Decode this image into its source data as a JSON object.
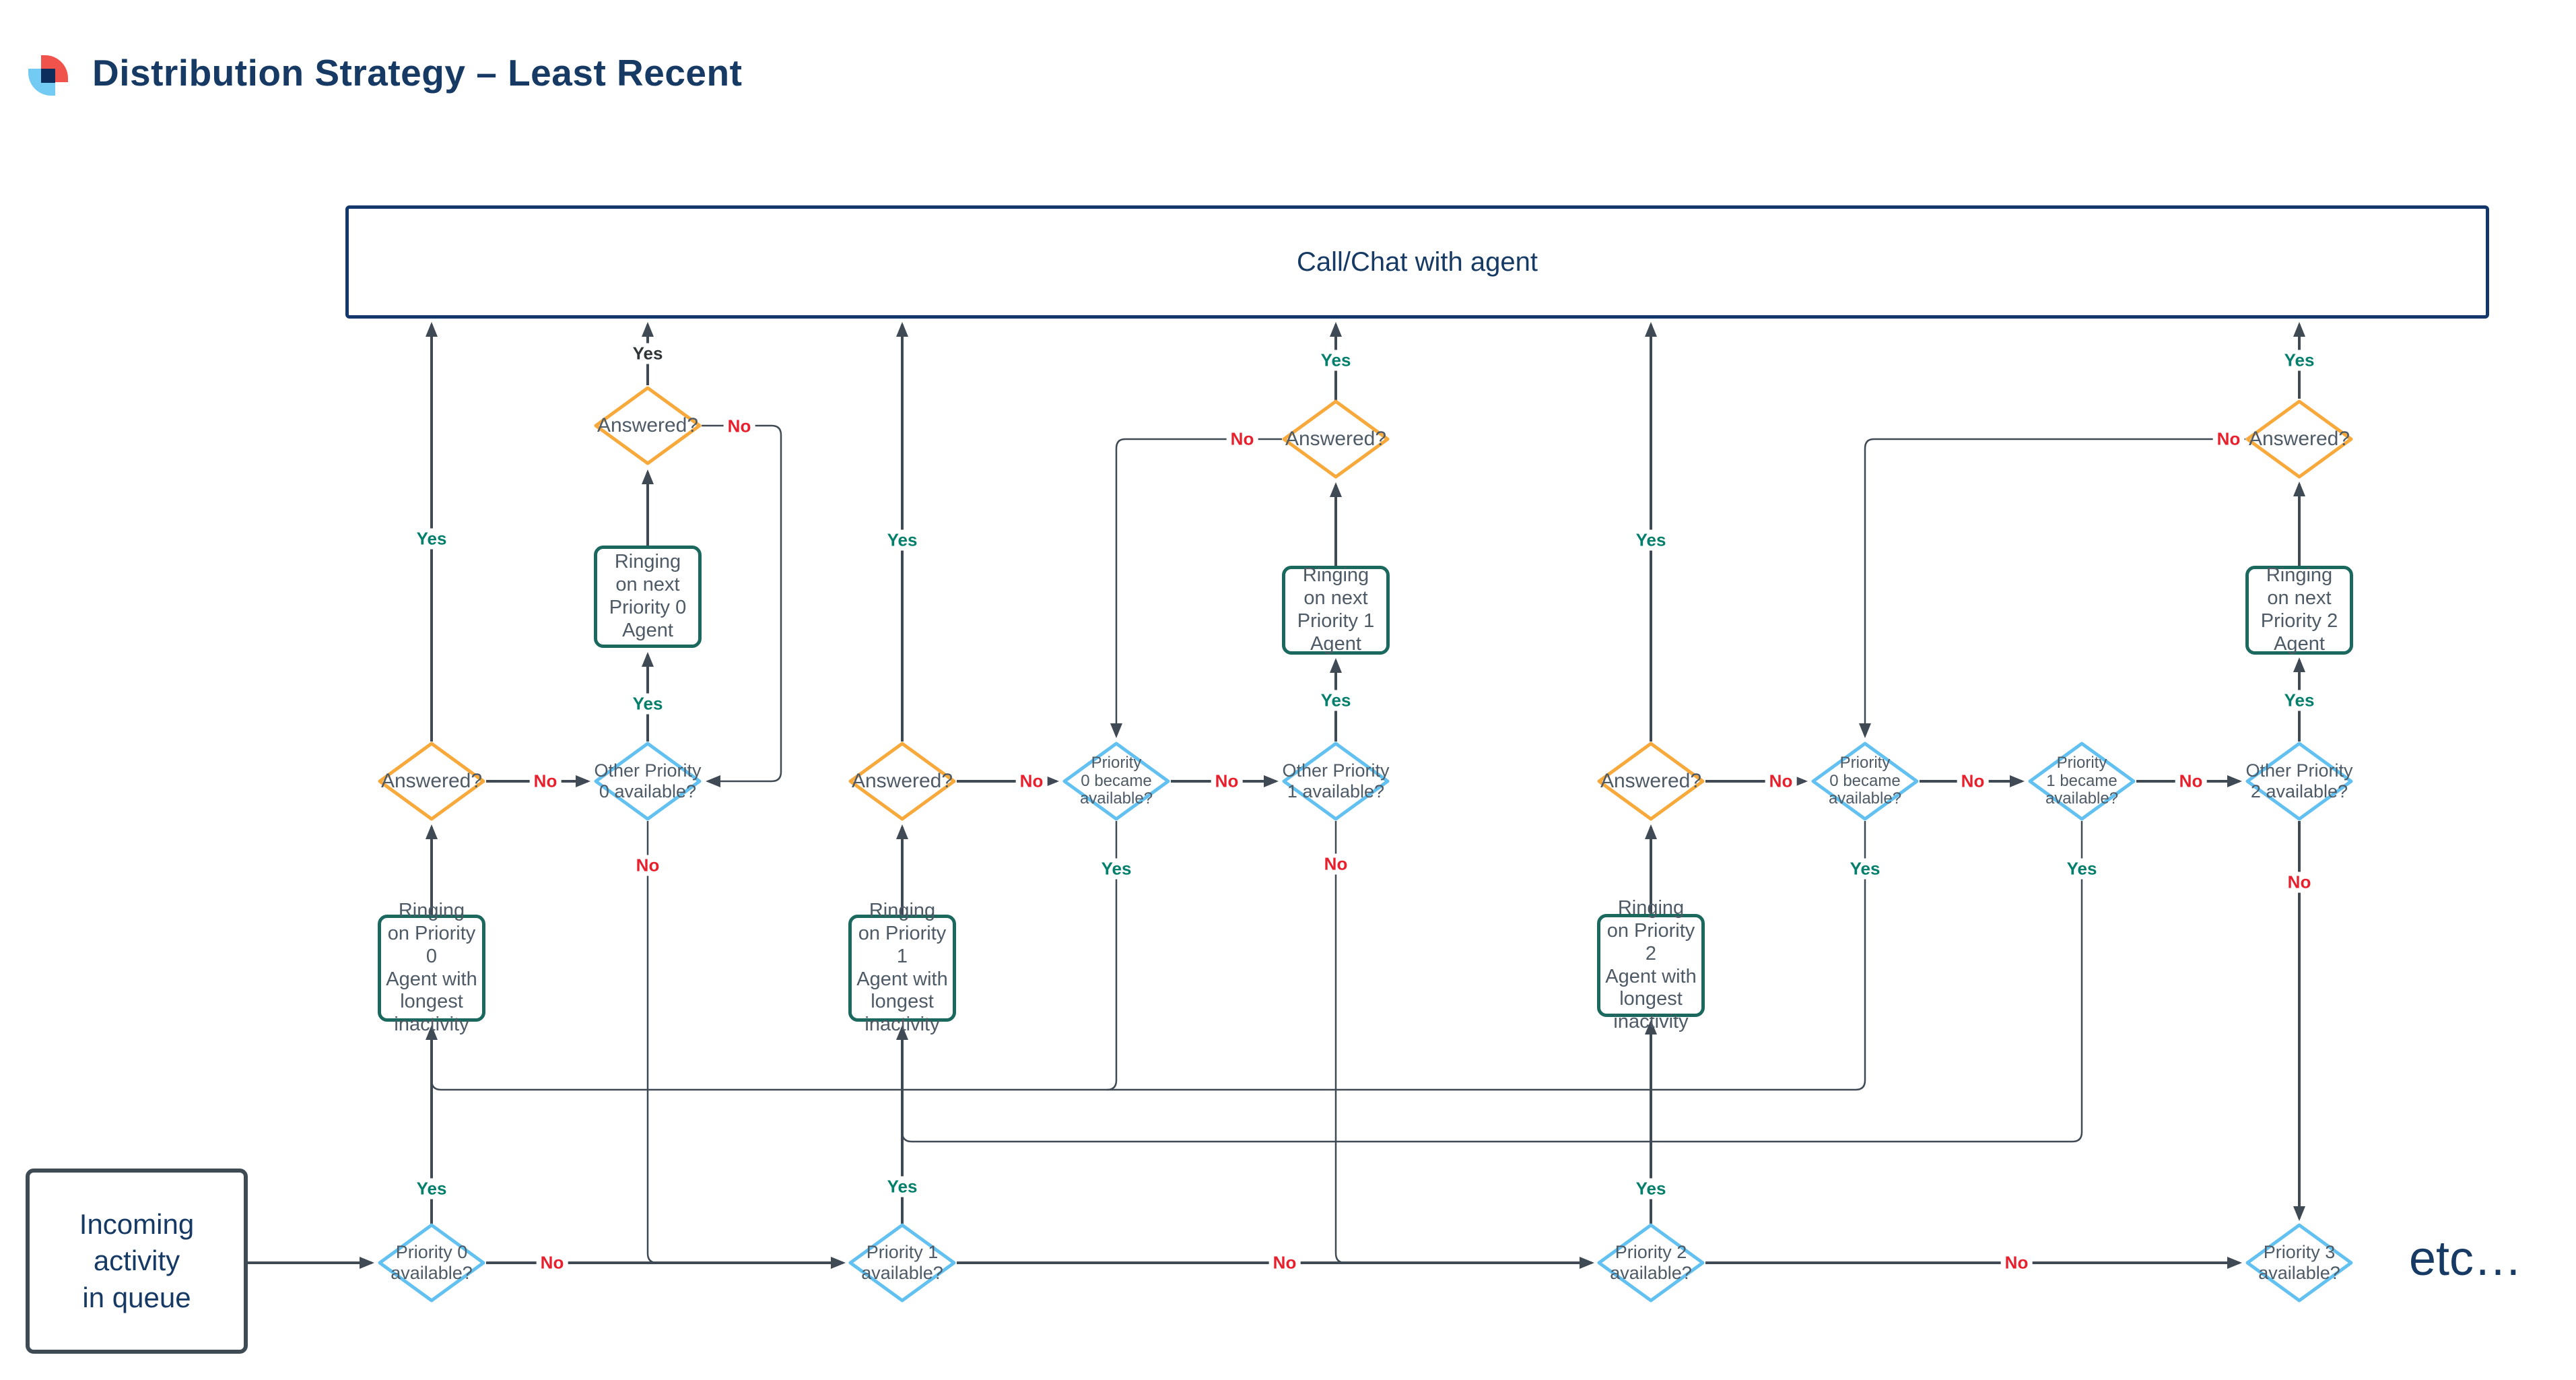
{
  "header": {
    "title": "Distribution Strategy – Least Recent"
  },
  "labels": {
    "yes": "Yes",
    "no": "No",
    "etc": "etc…"
  },
  "nodes": {
    "call_chat": "Call/Chat with agent",
    "incoming": "Incoming\nactivity\nin queue",
    "p0_available": "Priority 0\navailable?",
    "p1_available": "Priority 1\navailable?",
    "p2_available": "Priority 2\navailable?",
    "p3_available": "Priority 3\navailable?",
    "answered": "Answered?",
    "other_p0": "Other Priority\n0 available?",
    "other_p1": "Other Priority\n1 available?",
    "other_p2": "Other Priority\n2 available?",
    "p0_became": "Priority\n0 became\navailable?",
    "p1_became": "Priority\n1 became\navailable?",
    "ringing_p0": "Ringing\non Priority 0\nAgent with\nlongest\ninactivity",
    "ringing_p1": "Ringing\non Priority 1\nAgent with\nlongest\ninactivity",
    "ringing_p2": "Ringing\non Priority 2\nAgent with\nlongest\ninactivity",
    "ringing_next_p0": "Ringing\non next\nPriority 0\nAgent",
    "ringing_next_p1": "Ringing\non next\nPriority 1\nAgent",
    "ringing_next_p2": "Ringing\non next\nPriority 2\nAgent"
  },
  "colors": {
    "navy": "#163A64",
    "diamond_blue": "#62C1F0",
    "diamond_orange": "#F7A93B",
    "process_teal": "#1A685E",
    "line": "#3F4A54",
    "yes_green": "#047F6B",
    "no_red": "#E8202D",
    "logo_red": "#F0534B",
    "logo_blue": "#6CC7F2",
    "logo_navy": "#0D2E5C"
  }
}
